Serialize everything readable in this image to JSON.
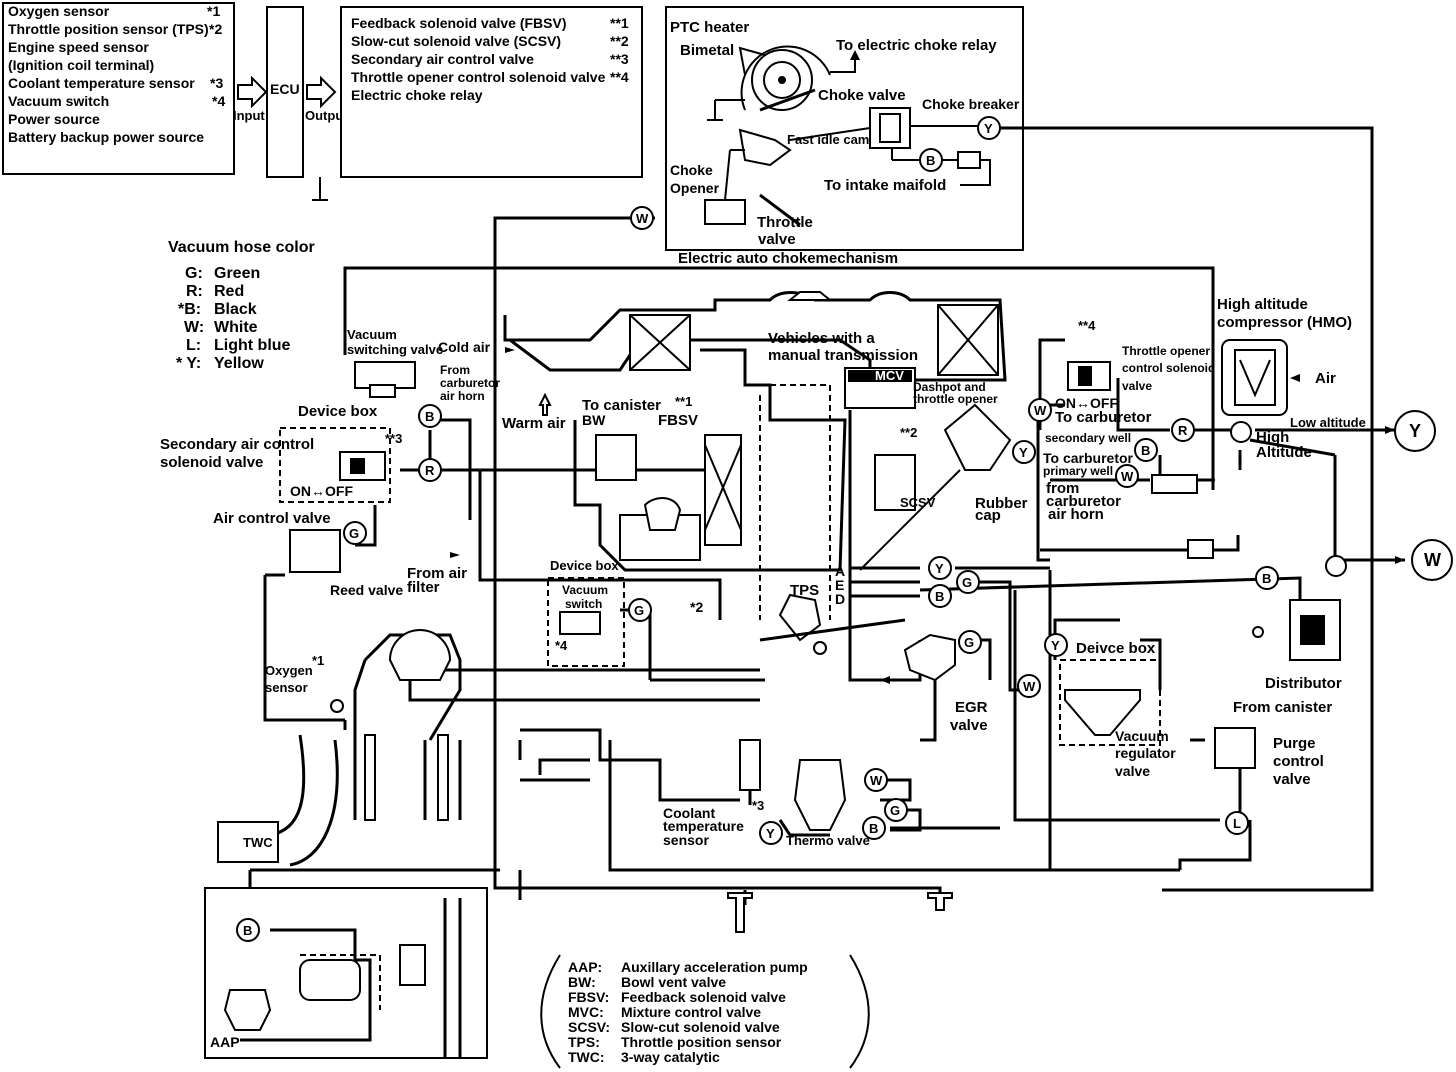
{
  "inputs": [
    {
      "label": "Oxygen sensor",
      "ref": "*1"
    },
    {
      "label": "Throttle position sensor (TPS)",
      "ref": "*2"
    },
    {
      "label": "Engine speed sensor",
      "ref": ""
    },
    {
      "label": "(Ignition coil   terminal)",
      "ref": ""
    },
    {
      "label": "Coolant temperature sensor",
      "ref": "*3"
    },
    {
      "label": "Vacuum switch",
      "ref": "*4"
    },
    {
      "label": "Power source",
      "ref": ""
    },
    {
      "label": "Battery backup power source",
      "ref": ""
    }
  ],
  "ecu": {
    "label": "ECU",
    "input_label": "Input",
    "output_label": "Output"
  },
  "outputs": [
    {
      "label": "Feedback solenoid valve (FBSV)",
      "ref": "**1"
    },
    {
      "label": "Slow-cut solenoid valve (SCSV)",
      "ref": "**2"
    },
    {
      "label": "Secondary air control valve",
      "ref": "**3"
    },
    {
      "label": "Throttle opener control solenoid valve",
      "ref": "**4"
    },
    {
      "label": "Electric choke relay",
      "ref": ""
    }
  ],
  "choke": {
    "title": "Electric auto chokemechanism",
    "ptc": "PTC heater",
    "bimetal": "Bimetal",
    "relay": "To electric choke relay",
    "choke_valve": "Choke valve",
    "choke_breaker": "Choke breaker",
    "fast_idle": "Fast idle cam",
    "intake": "To intake maifold",
    "opener_1": "Choke",
    "opener_2": "Opener",
    "throttle_1": "Throttle",
    "throttle_2": "valve"
  },
  "legend": {
    "title": "Vacuum hose color",
    "items": [
      {
        "code": "G:",
        "color": "Green"
      },
      {
        "code": "R:",
        "color": "Red"
      },
      {
        "code": "*B:",
        "color": "Black"
      },
      {
        "code": "W:",
        "color": "White"
      },
      {
        "code": "L:",
        "color": "Light blue"
      },
      {
        "code": "* Y:",
        "color": "Yellow"
      }
    ]
  },
  "labels": {
    "vsv_1": "Vacuum",
    "vsv_2": "switching valve",
    "cold_air": "Cold air",
    "from_carb_1": "From",
    "from_carb_2": "carburetor",
    "from_carb_3": "air horn",
    "warm_air": "Warm air",
    "device_box": "Device box",
    "sec_air_1": "Secondary air control",
    "sec_air_2": "solenoid valve",
    "sec_ref": "**3",
    "on_off": "ON↔OFF",
    "air_control": "Air control valve",
    "from_air_1": "From air",
    "from_air_2": "filter",
    "reed": "Reed valve",
    "device_box2": "Device box",
    "vac_switch_1": "Vacuum",
    "vac_switch_2": "switch",
    "vac_ref": "*4",
    "ref_2": "*2",
    "oxygen_1": "Oxygen",
    "oxygen_2": "sensor",
    "oxygen_ref": "*1",
    "twc": "TWC",
    "aap": "AAP",
    "to_canister": "To canister",
    "fbsv_ref": "**1",
    "bw": "BW",
    "fbsv": "FBSV",
    "manual_1": "Vehicles with a",
    "manual_2": "manual transmission",
    "mcv": "MCV",
    "dashpot_1": "Dashpot and",
    "dashpot_2": "throttle opener",
    "scsv_ref": "**2",
    "scsv": "SCSV",
    "tps": "TPS",
    "port_a": "A",
    "port_e": "E",
    "port_d": "D",
    "rubber_1": "Rubber",
    "rubber_2": "cap",
    "opener_ref": "**4",
    "opener_sol_1": "Throttle opener",
    "opener_sol_2": "control solenoid",
    "opener_sol_3": "valve",
    "on_off2": "ON↔OFF",
    "to_carb_sec_1": "To carburetor",
    "to_carb_sec_2": "secondary well",
    "to_carb_pri_1": "To carburetor",
    "to_carb_pri_2": "primary well",
    "from_carb_horn_1": "from",
    "from_carb_horn_2": "carburetor",
    "from_carb_horn_3": "air horn",
    "hmo_1": "High altitude",
    "hmo_2": "compressor (HMO)",
    "air": "Air",
    "low_alt": "Low altitude",
    "high_alt_1": "High",
    "high_alt_2": "Altitude",
    "distributor": "Distributor",
    "from_canister": "From canister",
    "purge_1": "Purge",
    "purge_2": "control",
    "purge_3": "valve",
    "deivce_box": "Deivce box",
    "vrv_1": "Vacuum",
    "vrv_2": "regulator",
    "vrv_3": "valve",
    "egr_1": "EGR",
    "egr_2": "valve",
    "coolant_1": "Coolant",
    "coolant_2": "temperature",
    "coolant_3": "sensor",
    "coolant_ref": "*3",
    "thermo": "Thermo valve"
  },
  "connectors": {
    "Y": "Y",
    "W": "W"
  },
  "hose_letters": {
    "B": "B",
    "R": "R",
    "G": "G",
    "W": "W",
    "Y": "Y",
    "L": "L"
  },
  "abbreviations": [
    {
      "abbr": "AAP:",
      "text": "Auxillary acceleration pump"
    },
    {
      "abbr": "BW:",
      "text": "Bowl vent valve"
    },
    {
      "abbr": "FBSV:",
      "text": "Feedback solenoid valve"
    },
    {
      "abbr": "MVC:",
      "text": "Mixture control valve"
    },
    {
      "abbr": "SCSV:",
      "text": "Slow-cut solenoid valve"
    },
    {
      "abbr": "TPS:",
      "text": "Throttle position sensor"
    },
    {
      "abbr": "TWC:",
      "text": "3-way catalytic"
    }
  ]
}
